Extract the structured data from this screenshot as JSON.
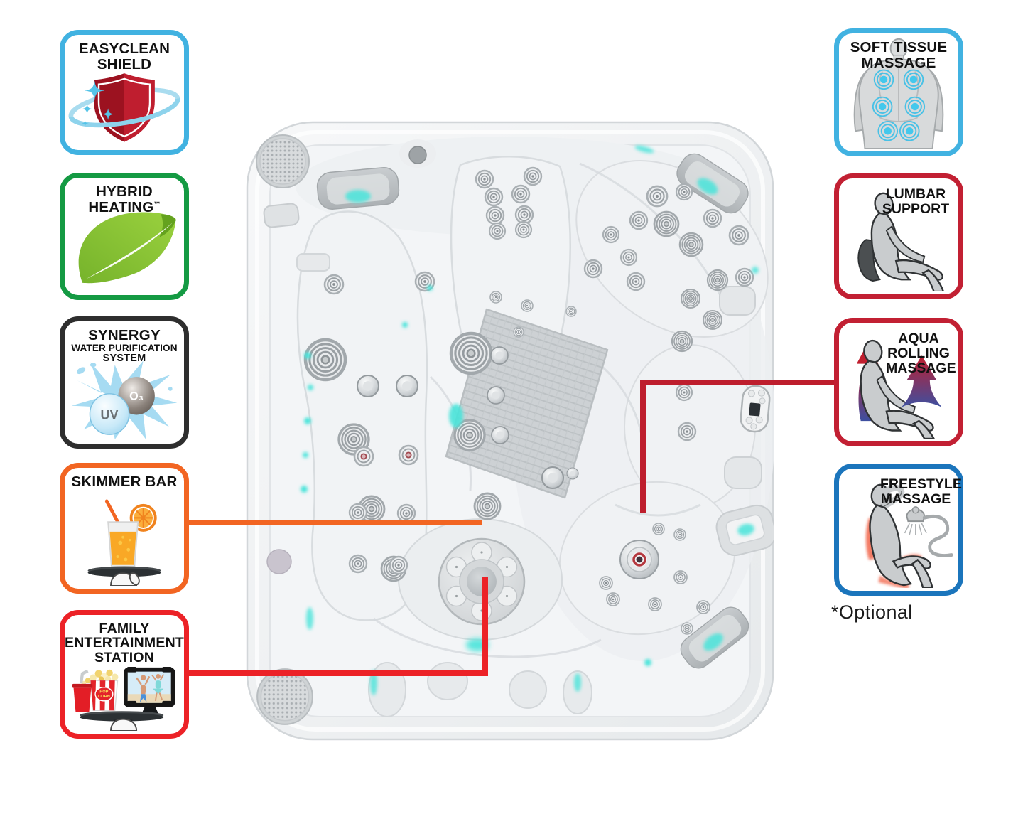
{
  "page": {
    "background": "#FFFFFF",
    "footnote": "*Optional"
  },
  "colors": {
    "light_blue": "#41B2E1",
    "green": "#149A43",
    "charcoal": "#2E2E2E",
    "orange": "#F26522",
    "bright_red": "#EC2227",
    "crimson": "#BE1E2D",
    "dark_red": "#C22033",
    "blue": "#1B75BC",
    "teal_led": "#45E0D6"
  },
  "badges_left": [
    {
      "id": "easyclean-shield",
      "lines": [
        "EASYCLEAN",
        "SHIELD"
      ],
      "border_color": "#41B2E1",
      "icon": "shield-sparkles-swoosh-icon"
    },
    {
      "id": "hybrid-heating",
      "lines": [
        "HYBRID",
        "HEATING"
      ],
      "trademark": "™",
      "border_color": "#149A43",
      "icon": "leaf-icon"
    },
    {
      "id": "synergy-water-purification",
      "lines": [
        "SYNERGY",
        "WATER PURIFICATION",
        "SYSTEM"
      ],
      "border_color": "#2E2E2E",
      "icon": "water-splash-icon",
      "bubbles": {
        "uv": "UV",
        "o3": "O₃"
      }
    },
    {
      "id": "skimmer-bar",
      "lines": [
        "SKIMMER BAR"
      ],
      "border_color": "#F26522",
      "icon": "drink-on-tray-icon"
    },
    {
      "id": "family-entertainment-station",
      "lines": [
        "FAMILY",
        "ENTERTAINMENT",
        "STATION"
      ],
      "border_color": "#EC2227",
      "icon": "entertainment-tray-icon",
      "popcorn_label": [
        "POP",
        "CORN"
      ]
    }
  ],
  "badges_right": [
    {
      "id": "soft-tissue-massage",
      "lines": [
        "SOFT TISSUE",
        "MASSAGE"
      ],
      "border_color": "#41B2E1",
      "icon": "back-massage-points-icon"
    },
    {
      "id": "lumbar-support",
      "lines": [
        "LUMBAR",
        "SUPPORT"
      ],
      "border_color": "#C22033",
      "icon": "lumbar-cushion-seated-icon"
    },
    {
      "id": "aqua-rolling-massage",
      "lines": [
        "AQUA",
        "ROLLING",
        "MASSAGE"
      ],
      "border_color": "#C22033",
      "icon": "rolling-massage-arrow-icon"
    },
    {
      "id": "freestyle-massage",
      "lines": [
        "FREESTYLE",
        "MASSAGE"
      ],
      "border_color": "#1B75BC",
      "icon": "handheld-shower-massage-icon"
    }
  ],
  "connectors": [
    {
      "from": "skimmer-bar",
      "to": "hot-tub-center",
      "color": "#F26522"
    },
    {
      "from": "family-entertainment-station",
      "to": "hot-tub-control-pad",
      "color": "#EC2227"
    },
    {
      "from": "aqua-rolling-massage",
      "to": "hot-tub-right-seat",
      "color": "#BE1E2D"
    }
  ],
  "hot_tub": {
    "name": "hot-tub-top-view",
    "led_accent": "#45E0D6"
  }
}
